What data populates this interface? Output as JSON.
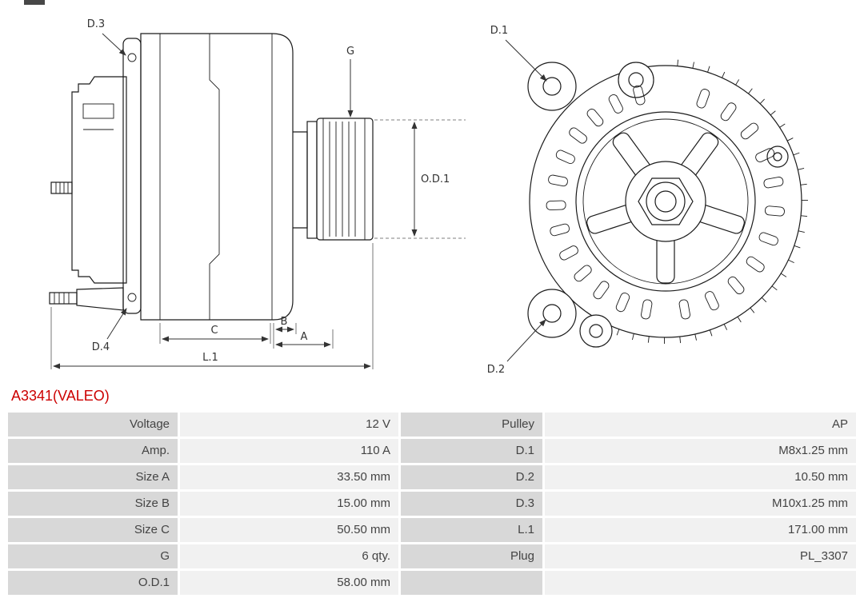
{
  "page": {
    "part_number": "A3341(VALEO)"
  },
  "colors": {
    "part_number_accent": "#cc0000",
    "table_label_bg": "#d8d8d8",
    "table_value_bg": "#f1f1f1"
  },
  "diagram": {
    "side_labels": {
      "d3": "D.3",
      "d4": "D.4",
      "g": "G",
      "od1": "O.D.1",
      "a": "A",
      "b": "B",
      "c": "C",
      "l1": "L.1"
    },
    "front_labels": {
      "d1": "D.1",
      "d2": "D.2"
    }
  },
  "spec_table": {
    "rows": [
      {
        "label_left": "Voltage",
        "value_left": "12 V",
        "label_right": "Pulley",
        "value_right": "AP"
      },
      {
        "label_left": "Amp.",
        "value_left": "110 A",
        "label_right": "D.1",
        "value_right": "M8x1.25 mm"
      },
      {
        "label_left": "Size A",
        "value_left": "33.50 mm",
        "label_right": "D.2",
        "value_right": "10.50 mm"
      },
      {
        "label_left": "Size B",
        "value_left": "15.00 mm",
        "label_right": "D.3",
        "value_right": "M10x1.25 mm"
      },
      {
        "label_left": "Size C",
        "value_left": "50.50 mm",
        "label_right": "L.1",
        "value_right": "171.00 mm"
      },
      {
        "label_left": "G",
        "value_left": "6 qty.",
        "label_right": "Plug",
        "value_right": "PL_3307"
      },
      {
        "label_left": "O.D.1",
        "value_left": "58.00 mm",
        "label_right": "",
        "value_right": ""
      }
    ]
  }
}
